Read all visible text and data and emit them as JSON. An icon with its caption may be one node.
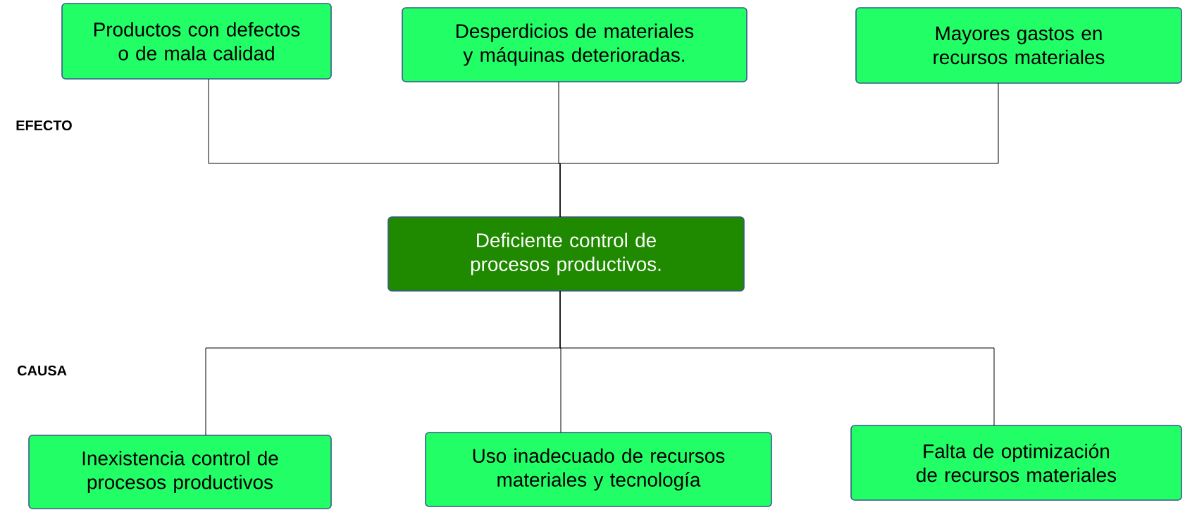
{
  "diagram": {
    "nodes": [
      {
        "text": [
          "Productos con defectos o de mala calidad"
        ]
      },
      {
        "text": [
          "Desperdicios de materiales y máquinas deterioradas."
        ]
      },
      {
        "text": [
          "Mayores gastos en recursos materiales"
        ]
      },
      {
        "text": [
          "Deficiente control de procesos productivos."
        ]
      },
      {
        "text": [
          "Inexistencia control de procesos productivos"
        ]
      },
      {
        "text": [
          "Uso inadecuado de recursos materiales y tecnología"
        ]
      },
      {
        "text": [
          "Falta de optimización de recursos materiales"
        ]
      }
    ],
    "edges": [
      {
        "from": 3,
        "to": 0,
        "arrow": "none"
      },
      {
        "from": 3,
        "to": 1,
        "arrow": "none"
      },
      {
        "from": 3,
        "to": 2,
        "arrow": "none"
      },
      {
        "from": 4,
        "to": 3,
        "arrow": "none"
      },
      {
        "from": 5,
        "to": 3,
        "arrow": "none"
      },
      {
        "from": 6,
        "to": 3,
        "arrow": "none"
      }
    ],
    "labels": [
      "EFECTO",
      "CAUSA"
    ]
  }
}
